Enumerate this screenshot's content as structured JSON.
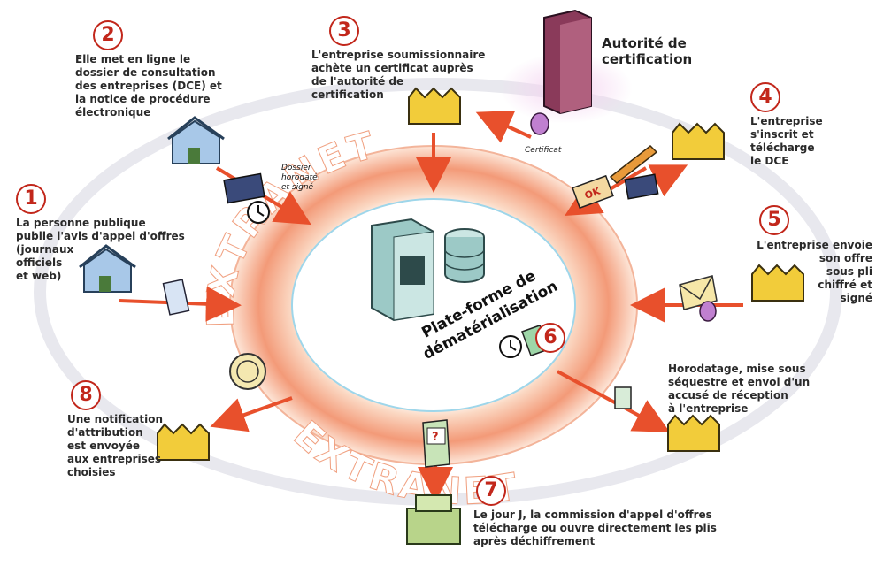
{
  "ring_label": "EXTRANET",
  "platform_label": [
    "Plate-forme de",
    "dématérialisation"
  ],
  "authority_label": [
    "Autorité de",
    "certification"
  ],
  "certificate_label": "Certificat",
  "dossier_label": [
    "Dossier",
    "horodaté",
    "et signé"
  ],
  "ok_label": "OK",
  "question_label": "?",
  "colors": {
    "arrow": "#e8502c",
    "number_ring": "#c2271b",
    "house": "#a8c8e8",
    "factory": "#f2cc3a",
    "server": "#9cc9c6",
    "authority_tower": "#8a3a5a",
    "halo": "#e8c8e8"
  },
  "steps": [
    {
      "number": "1",
      "lines": [
        "La personne publique",
        "publie l'avis d'appel d'offres",
        "(journaux",
        "officiels",
        "et web)"
      ]
    },
    {
      "number": "2",
      "lines": [
        "Elle met en ligne le",
        "dossier de consultation",
        "des entreprises (DCE) et",
        "la notice de procédure",
        "électronique"
      ]
    },
    {
      "number": "3",
      "lines": [
        "L'entreprise soumissionnaire",
        "achète un certificat auprès",
        "de l'autorité de",
        "certification"
      ]
    },
    {
      "number": "4",
      "lines": [
        "L'entreprise",
        "s'inscrit et",
        "télécharge",
        "le DCE"
      ]
    },
    {
      "number": "5",
      "lines": [
        "L'entreprise envoie",
        "son offre",
        "sous pli",
        "chiffré et",
        "signé"
      ]
    },
    {
      "number": "6",
      "lines": [
        "Horodatage, mise sous",
        "séquestre et envoi d'un",
        "accusé de réception",
        "à l'entreprise"
      ]
    },
    {
      "number": "7",
      "lines": [
        "Le jour J, la commission d'appel d'offres",
        "télécharge ou ouvre directement les plis",
        "après déchiffrement"
      ]
    },
    {
      "number": "8",
      "lines": [
        "Une notification",
        "d'attribution",
        "est envoyée",
        "aux entreprises",
        "choisies"
      ]
    }
  ]
}
